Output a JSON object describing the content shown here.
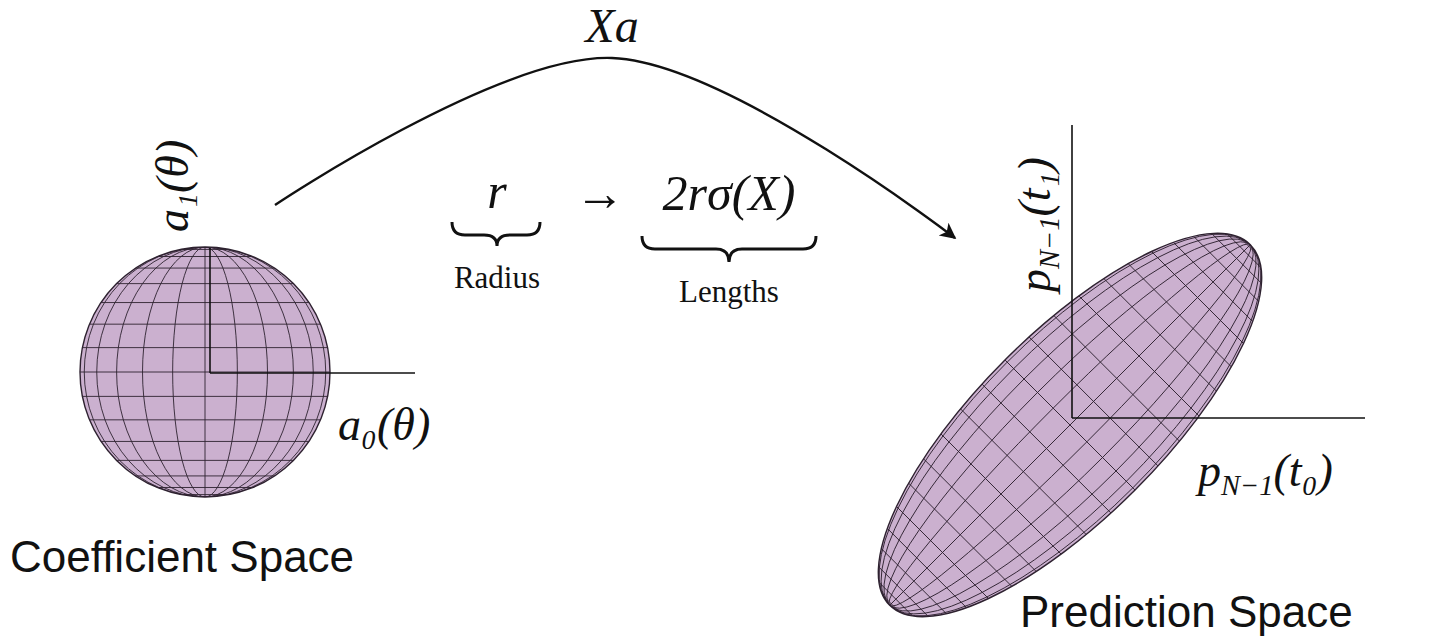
{
  "diagram": {
    "nodes": [
      {
        "text": [
          "Coefficient Space"
        ]
      },
      {
        "text": [
          "Prediction Space"
        ]
      }
    ],
    "edges": [
      {
        "from": 0,
        "to": 1,
        "arrow": "to",
        "label": "Xa"
      }
    ],
    "labels": [
      "a₁(θ)",
      "a₀(θ)",
      "r",
      "Radius",
      "→",
      "2rσ(X)",
      "Lengths",
      "p",
      "N−1",
      "(t₁)",
      "p",
      "N−1",
      "(t₀)"
    ]
  }
}
